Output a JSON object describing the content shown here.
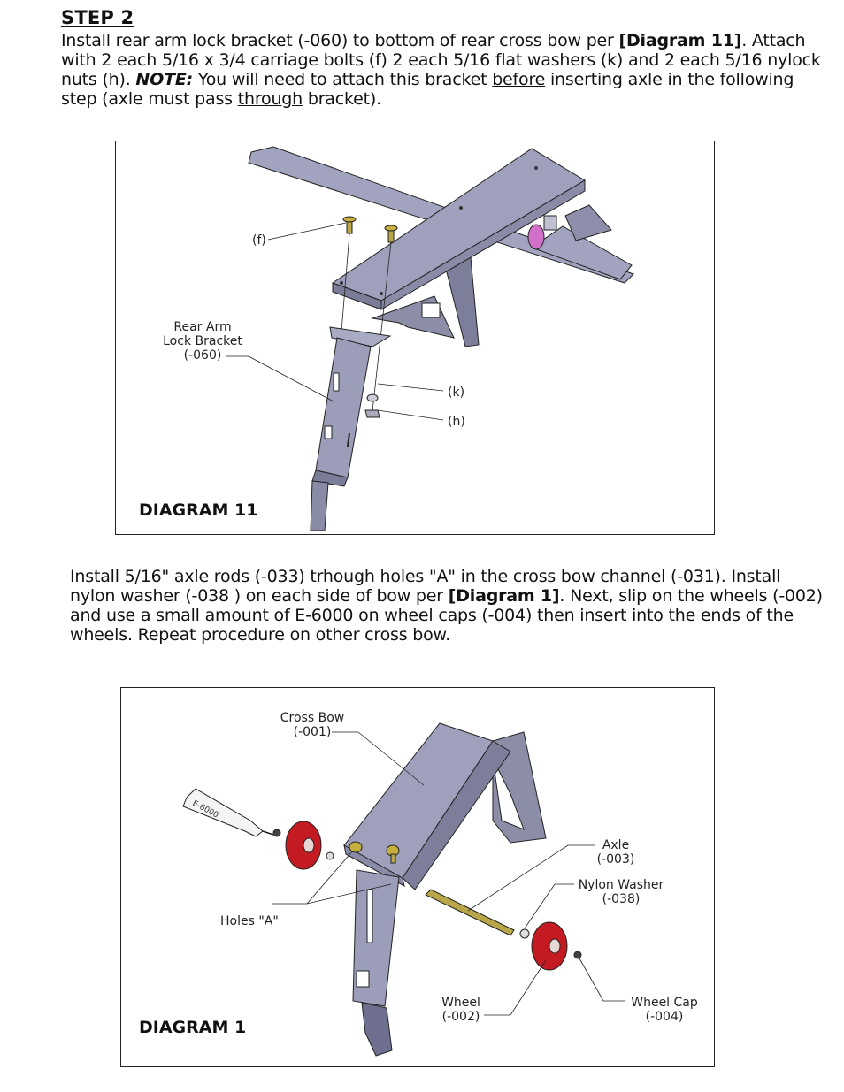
{
  "step": {
    "title": "STEP 2"
  },
  "para1": {
    "t1": "Install rear arm lock bracket (-060) to bottom of rear cross bow per ",
    "ref1": "[Diagram 11]",
    "t2": ". Attach with 2 each 5/16 x 3/4 carriage bolts (f) 2 each 5/16 flat washers (k) and 2 each 5/16 nylock nuts (h). ",
    "note": "NOTE:",
    "t3": " You will need to attach this bracket ",
    "u1": "before",
    "t4": " inserting axle in the following step (axle must pass ",
    "u2": "through",
    "t5": " bracket)."
  },
  "diagram11": {
    "title": "DIAGRAM 11",
    "label_f": "(f)",
    "label_bracket_1": "Rear Arm",
    "label_bracket_2": "Lock Bracket",
    "label_bracket_3": "(-060)",
    "label_k": "(k)",
    "label_h": "(h)"
  },
  "para2": {
    "t1": "Install 5/16\" axle rods (-033) trhough holes \"A\" in the cross bow channel (-031). Install nylon washer (-038 ) on each side of bow per ",
    "ref1": "[Diagram 1]",
    "t2": ". Next, slip on the wheels (-002) and use a small amount of E-6000 on wheel caps (-004) then insert into the ends of the wheels. Repeat procedure on other cross bow."
  },
  "diagram1": {
    "title": "DIAGRAM 1",
    "label_crossbow_1": "Cross Bow",
    "label_crossbow_2": "(-001)",
    "label_tube": "E-6000",
    "label_axle_1": "Axle",
    "label_axle_2": "(-003)",
    "label_washer_1": "Nylon Washer",
    "label_washer_2": "(-038)",
    "label_holes": "Holes \"A\"",
    "label_wheel_1": "Wheel",
    "label_wheel_2": "(-002)",
    "label_cap_1": "Wheel Cap",
    "label_cap_2": "(-004)"
  },
  "colors": {
    "metal": "#9a9cb8",
    "metal_dark": "#6e7090",
    "wheel": "#c41a22",
    "brass": "#c8b040",
    "clamp": "#d070c8"
  }
}
